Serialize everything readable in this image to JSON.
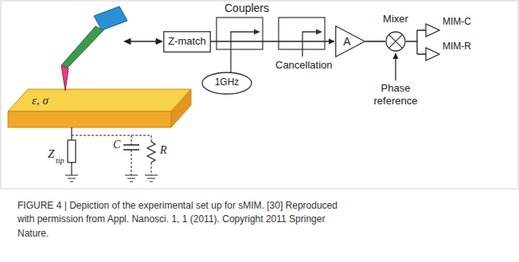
{
  "diagram": {
    "caption": "FIGURE 4 | Depiction of the experimental set up for sMIM. [30] Reproduced with permission from Appl. Nanosci. 1, 1 (2011). Copyright 2011 Springer Nature.",
    "nodes": [
      {
        "text": [
          "Z-match"
        ]
      },
      {
        "text": [
          "1GHz"
        ]
      },
      {
        "text": [
          "A"
        ]
      },
      {
        "text": [
          "Mixer"
        ]
      }
    ],
    "edges": [
      {
        "from": 0,
        "to": 2,
        "arrow": "to"
      },
      {
        "from": 2,
        "to": 3,
        "arrow": "none"
      }
    ],
    "labels": [
      "ε, σ",
      "Couplers",
      "Cancellation",
      "MIM-C",
      "MIM-R",
      "Phase reference",
      "Z",
      "tip",
      "C",
      "R"
    ]
  }
}
